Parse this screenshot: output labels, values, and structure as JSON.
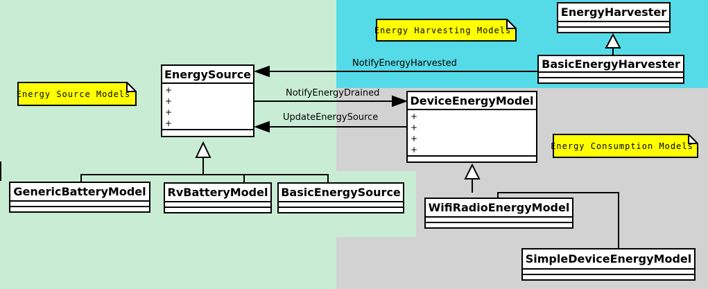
{
  "diagram": {
    "notes": [
      {
        "text": "Energy Source Models"
      },
      {
        "text": "Energy Harvesting Models"
      },
      {
        "text": "Energy Consumption Models"
      }
    ],
    "classes": [
      {
        "name": "EnergyHarvester",
        "attributes": []
      },
      {
        "name": "BasicEnergyHarvester",
        "attributes": []
      },
      {
        "name": "EnergySource",
        "attributes": [
          "+",
          "+",
          "+",
          "+"
        ]
      },
      {
        "name": "DeviceEnergyModel",
        "attributes": [
          "+",
          "+",
          "+",
          "+"
        ]
      },
      {
        "name": "GenericBatteryModel",
        "attributes": []
      },
      {
        "name": "RvBatteryModel",
        "attributes": []
      },
      {
        "name": "BasicEnergySource",
        "attributes": []
      },
      {
        "name": "WifiRadioEnergyModel",
        "attributes": []
      },
      {
        "name": "SimpleDeviceEnergyModel",
        "attributes": []
      }
    ],
    "relations": [
      {
        "label": "NotifyEnergyHarvested"
      },
      {
        "label": "NotifyEnergyDrained"
      },
      {
        "label": "UpdateEnergySource"
      }
    ],
    "colors": {
      "energy_source_region": "#c9edd4",
      "energy_harvesting_region": "#55dbe7",
      "energy_consumption_region": "#d2d2d2",
      "note_fill": "#ffff00",
      "note_fold": "#ffffff",
      "line": "#000000",
      "class_fill": "#ffffff"
    }
  }
}
